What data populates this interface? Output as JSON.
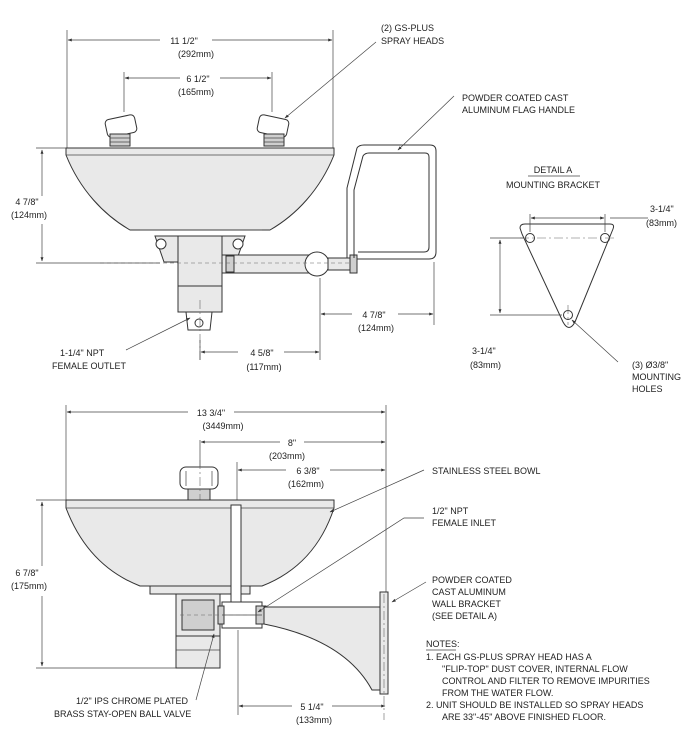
{
  "top_view": {
    "overall_width": {
      "value": "11 1/2\"",
      "metric": "(292mm)"
    },
    "head_spacing": {
      "value": "6 1/2\"",
      "metric": "(165mm)"
    },
    "bowl_height": {
      "value": "4 7/8\"",
      "metric": "(124mm)"
    },
    "outlet_offset": {
      "value": "4 5/8\"",
      "metric": "(117mm)"
    },
    "handle_offset": {
      "value": "4 7/8\"",
      "metric": "(124mm)"
    },
    "callouts": {
      "spray_heads": [
        "(2) GS-PLUS",
        "SPRAY HEADS"
      ],
      "flag_handle": [
        "POWDER COATED CAST",
        "ALUMINUM FLAG HANDLE"
      ],
      "outlet": [
        "1-1/4\" NPT",
        "FEMALE OUTLET"
      ]
    }
  },
  "detail_a": {
    "title": [
      "DETAIL A",
      "MOUNTING BRACKET"
    ],
    "hole_spacing": {
      "value": "3-1/4\"",
      "metric": "(83mm)"
    },
    "bracket_height": {
      "value": "3-1/4\"",
      "metric": "(83mm)"
    },
    "holes": [
      "(3) Ø3/8\"",
      "MOUNTING",
      "HOLES"
    ]
  },
  "side_view": {
    "overall_depth": {
      "value": "13 3/4\"",
      "metric": "(3449mm)"
    },
    "wall_to_center": {
      "value": "8\"",
      "metric": "(203mm)"
    },
    "wall_to_inlet": {
      "value": "6 3/8\"",
      "metric": "(162mm)"
    },
    "height": {
      "value": "6 7/8\"",
      "metric": "(175mm)"
    },
    "valve_offset": {
      "value": "5 1/4\"",
      "metric": "(133mm)"
    },
    "callouts": {
      "bowl": [
        "STAINLESS STEEL BOWL"
      ],
      "inlet": [
        "1/2\" NPT",
        "FEMALE INLET"
      ],
      "bracket": [
        "POWDER COATED",
        "CAST ALUMINUM",
        "WALL BRACKET",
        "(SEE DETAIL A)"
      ],
      "valve": [
        "1/2\" IPS CHROME PLATED",
        "BRASS STAY-OPEN BALL VALVE"
      ]
    }
  },
  "notes": {
    "title": "NOTES:",
    "lines": [
      "1.  EACH GS-PLUS SPRAY HEAD HAS A",
      "\"FLIP-TOP\" DUST COVER, INTERNAL FLOW",
      "CONTROL AND FILTER TO REMOVE IMPURITIES",
      "FROM THE WATER FLOW.",
      "2.  UNIT SHOULD BE INSTALLED SO SPRAY HEADS",
      "ARE 33\"-45\" ABOVE FINISHED FLOOR."
    ]
  }
}
